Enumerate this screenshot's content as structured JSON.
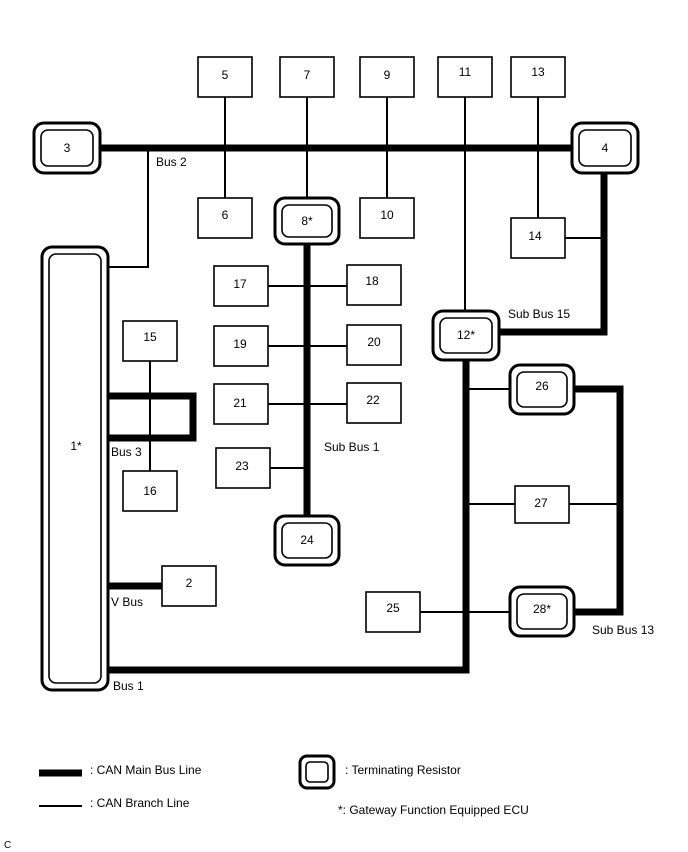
{
  "ecus": {
    "e1": "1*",
    "e2": "2",
    "e3": "3",
    "e4": "4",
    "e5": "5",
    "e6": "6",
    "e7": "7",
    "e8": "8*",
    "e9": "9",
    "e10": "10",
    "e11": "11",
    "e12": "12*",
    "e13": "13",
    "e14": "14",
    "e15": "15",
    "e16": "16",
    "e17": "17",
    "e18": "18",
    "e19": "19",
    "e20": "20",
    "e21": "21",
    "e22": "22",
    "e23": "23",
    "e24": "24",
    "e25": "25",
    "e26": "26",
    "e27": "27",
    "e28": "28*"
  },
  "bus_labels": {
    "bus1": "Bus 1",
    "bus2": "Bus 2",
    "bus3": "Bus 3",
    "vbus": "V Bus",
    "subbus1": "Sub Bus 1",
    "subbus13": "Sub Bus 13",
    "subbus15": "Sub Bus 15"
  },
  "legend": {
    "main_line": ": CAN Main Bus Line",
    "branch_line": ": CAN Branch Line",
    "terminating_resistor": ": Terminating Resistor",
    "gateway_note": "*: Gateway Function Equipped ECU"
  },
  "figure_code": "C"
}
